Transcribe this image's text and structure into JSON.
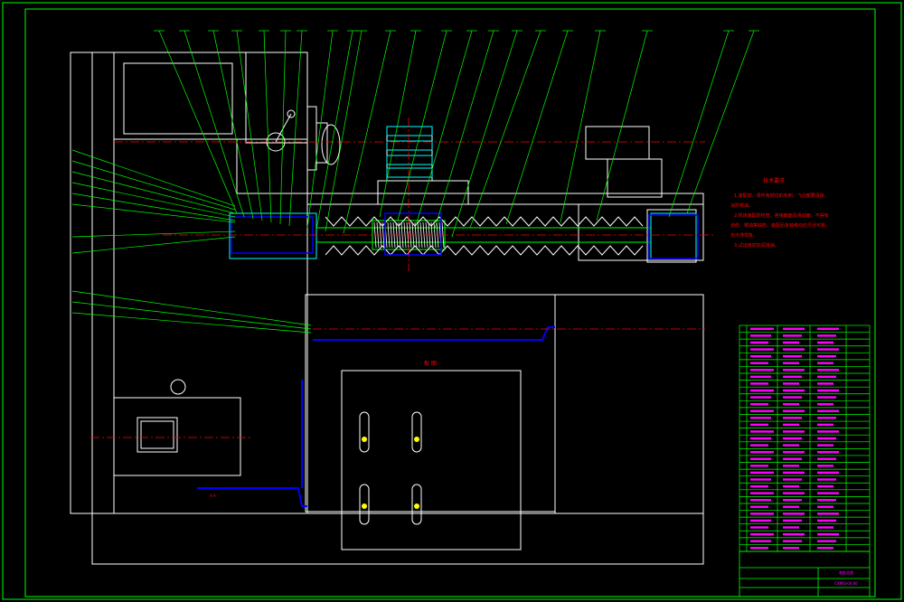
{
  "drawing": {
    "colors": {
      "background": "#000000",
      "border": "#00ff00",
      "outline": "#ffffff",
      "leader": "#00ff00",
      "centerline": "#ff0000",
      "parts_blue": "#0000ff",
      "parts_cyan": "#00ffff",
      "parts_green": "#00ff00",
      "parts_magenta": "#ff00ff",
      "notes_text": "#ff0000",
      "table_line": "#00ff00"
    },
    "views": [
      "lathe-front-view",
      "motor-view",
      "chip-tray-top-view",
      "leadscrew-section"
    ],
    "technical_notes": {
      "heading": "技术要求",
      "lines": [
        "1.装配前，零件各部位的毛刺、飞边都要清除，",
        "涂防锈油。",
        "2.机床装配前检查，各接触面及滑动面，不得有",
        "划伤、锈蚀等缺陷，装配后各轴移动应灵活可靠，",
        "无卡滞现象。",
        "3.试运转前加润滑油。"
      ]
    },
    "center_label": "板 图",
    "small_label": "A-A",
    "bom_row_count": 33,
    "title_block": {
      "drawing_number": "CXMSJ-00-00",
      "name": "装配总图",
      "rows": [
        "",
        "",
        "",
        ""
      ]
    }
  }
}
